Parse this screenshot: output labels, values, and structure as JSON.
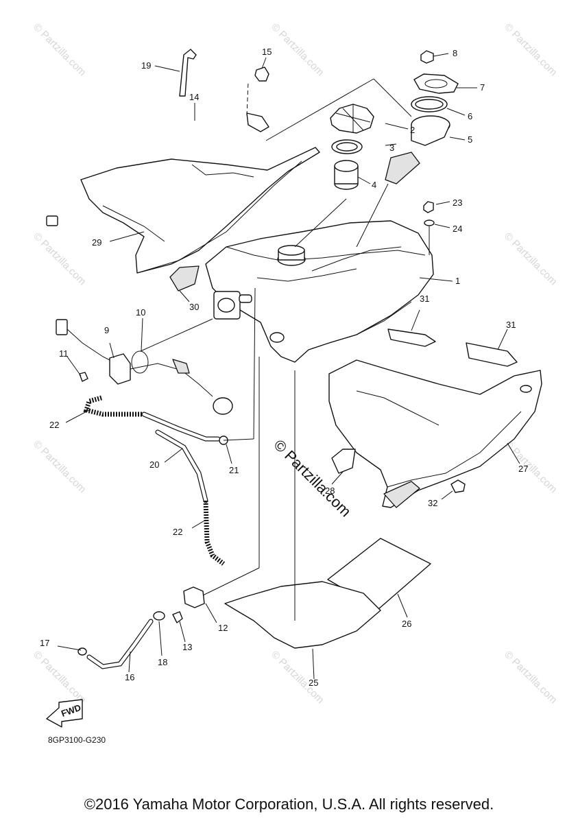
{
  "callouts": [
    {
      "id": "c1",
      "label": "1"
    },
    {
      "id": "c2",
      "label": "2"
    },
    {
      "id": "c3",
      "label": "3"
    },
    {
      "id": "c4",
      "label": "4"
    },
    {
      "id": "c5",
      "label": "5"
    },
    {
      "id": "c6",
      "label": "6"
    },
    {
      "id": "c7",
      "label": "7"
    },
    {
      "id": "c8",
      "label": "8"
    },
    {
      "id": "c9",
      "label": "9"
    },
    {
      "id": "c10",
      "label": "10"
    },
    {
      "id": "c11",
      "label": "11"
    },
    {
      "id": "c12",
      "label": "12"
    },
    {
      "id": "c13",
      "label": "13"
    },
    {
      "id": "c14",
      "label": "14"
    },
    {
      "id": "c15",
      "label": "15"
    },
    {
      "id": "c16",
      "label": "16"
    },
    {
      "id": "c17",
      "label": "17"
    },
    {
      "id": "c18",
      "label": "18"
    },
    {
      "id": "c19",
      "label": "19"
    },
    {
      "id": "c20",
      "label": "20"
    },
    {
      "id": "c21",
      "label": "21"
    },
    {
      "id": "c22a",
      "label": "22"
    },
    {
      "id": "c22b",
      "label": "22"
    },
    {
      "id": "c23",
      "label": "23"
    },
    {
      "id": "c24",
      "label": "24"
    },
    {
      "id": "c25",
      "label": "25"
    },
    {
      "id": "c26",
      "label": "26"
    },
    {
      "id": "c27",
      "label": "27"
    },
    {
      "id": "c28",
      "label": "28"
    },
    {
      "id": "c29",
      "label": "29"
    },
    {
      "id": "c30",
      "label": "30"
    },
    {
      "id": "c31a",
      "label": "31"
    },
    {
      "id": "c31b",
      "label": "31"
    },
    {
      "id": "c32",
      "label": "32"
    }
  ],
  "fwd_label": "FWD",
  "diagram_code": "8GP3100-G230",
  "watermark": "© Partzilla.com",
  "watermark_center": "© Partzilla.com",
  "copyright": "©2016 Yamaha Motor Corporation, U.S.A. All rights reserved."
}
